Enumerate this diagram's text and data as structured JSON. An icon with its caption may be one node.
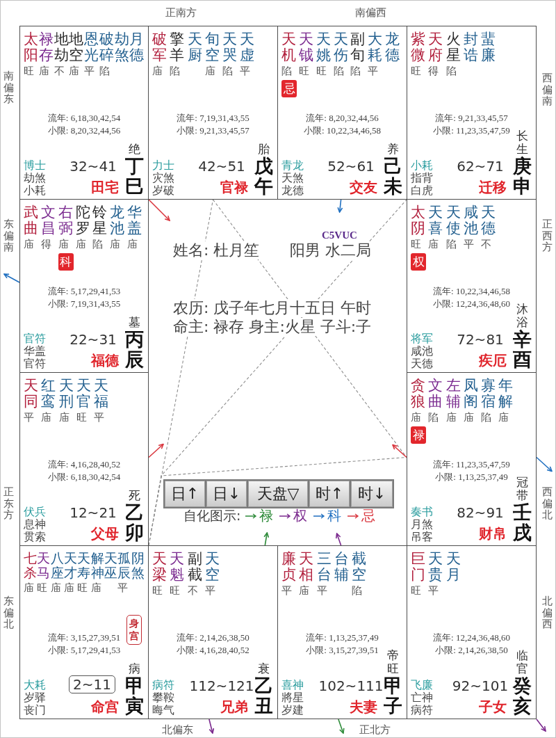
{
  "diagram": {
    "nodes": [
      {
        "text": [
          "太阳",
          "禄存",
          "地劫",
          "地空",
          "恩光",
          "破碎",
          "劫煞",
          "月德",
          "旺",
          "庙",
          "不",
          "庙",
          "平",
          "陷",
          "流年: 6,18,30,42,54",
          "小限: 8,20,32,44,56",
          "博士",
          "劫煞",
          "小耗",
          "32~41",
          "绝",
          "田宅",
          "丁巳"
        ],
        "beside": [
          "南偏东"
        ]
      },
      {
        "text": [
          "破军",
          "擎羊",
          "天厨",
          "旬空",
          "天哭",
          "天虚",
          "庙",
          "陷",
          "庙",
          "陷",
          "平",
          "流年: 7,19,31,43,55",
          "小限: 9,21,33,45,57",
          "力士",
          "灾煞",
          "岁破",
          "42~51",
          "胎",
          "官禄",
          "戊午"
        ],
        "beside": [
          "正南方"
        ]
      },
      {
        "text": [
          "天机",
          "天钺",
          "天姚",
          "天伤",
          "副旬",
          "大耗",
          "龙德",
          "陷",
          "旺",
          "旺",
          "陷",
          "陷",
          "平",
          "流年: 8,20,32,44,56",
          "小限: 10,22,34,46,58",
          "青龙",
          "天煞",
          "龙德",
          "52~61",
          "养",
          "交友",
          "己未"
        ],
        "beside": [
          "南偏西"
        ]
      },
      {
        "text": [
          "紫微",
          "天府",
          "火星",
          "封诰",
          "蜚廉",
          "旺",
          "得",
          "陷",
          "流年: 9,21,33,45,57",
          "小限: 11,23,35,47,59",
          "小耗",
          "指背",
          "白虎",
          "62~71",
          "长生",
          "迁移",
          "庚申"
        ],
        "beside": [
          "西偏南"
        ]
      },
      {
        "text": [
          "武曲",
          "文昌",
          "右弼",
          "陀罗",
          "铃星",
          "龙池",
          "华盖",
          "庙",
          "得",
          "庙",
          "庙",
          "陷",
          "庙",
          "庙",
          "流年: 5,17,29,41,53",
          "小限: 7,19,31,43,55",
          "官符",
          "华盖",
          "官符",
          "22~31",
          "墓",
          "福德",
          "丙辰"
        ],
        "beside": [
          "东偏南"
        ]
      },
      {
        "text": [
          "太阴",
          "天喜",
          "天使",
          "咸池",
          "天德",
          "旺",
          "庙",
          "陷",
          "平",
          "不",
          "流年: 10,22,34,46,58",
          "小限: 12,24,36,48,60",
          "将军",
          "咸池",
          "天德",
          "72~81",
          "沐浴",
          "疾厄",
          "辛酉"
        ],
        "beside": [
          "正西方"
        ]
      },
      {
        "text": [
          "天同",
          "红鸾",
          "天刑",
          "天官",
          "天福",
          "平",
          "庙",
          "庙",
          "旺",
          "平",
          "流年: 4,16,28,40,52",
          "小限: 6,18,30,42,54",
          "伏兵",
          "息神",
          "贯索",
          "12~21",
          "死",
          "父母",
          "乙卯"
        ],
        "beside": [
          "正东方"
        ]
      },
      {
        "text": [
          "贪狼",
          "文曲",
          "左辅",
          "凤阁",
          "寡宿",
          "年解",
          "庙",
          "陷",
          "庙",
          "庙",
          "陷",
          "庙",
          "流年: 11,23,35,47,59",
          "小限: 1,13,25,37,49",
          "奏书",
          "月煞",
          "吊客",
          "82~91",
          "冠带",
          "财帛",
          "壬戌"
        ],
        "beside": [
          "西偏北"
        ]
      },
      {
        "text": [
          "七杀",
          "天马",
          "八座",
          "天才",
          "天寿",
          "解神",
          "天巫",
          "孤辰",
          "阴煞",
          "庙",
          "旺",
          "庙",
          "庙",
          "旺",
          "庙",
          "平",
          "流年: 3,15,27,39,51",
          "小限: 5,17,29,41,53",
          "大耗",
          "岁驿",
          "丧门",
          "病",
          "命宫",
          "甲寅"
        ],
        "beside": [
          "东偏北"
        ]
      },
      {
        "text": [
          "天梁",
          "天魁",
          "副截",
          "天空",
          "旺",
          "旺",
          "不",
          "平",
          "流年: 2,14,26,38,50",
          "小限: 4,16,28,40,52",
          "病符",
          "攀鞍",
          "晦气",
          "112~121",
          "衰",
          "兄弟",
          "乙丑"
        ],
        "beside": [
          "北偏东"
        ]
      },
      {
        "text": [
          "廉贞",
          "天相",
          "三台",
          "台辅",
          "截空",
          "平",
          "庙",
          "平",
          "陷",
          "流年: 1,13,25,37,49",
          "小限: 3,15,27,39,51",
          "喜神",
          "將星",
          "岁建",
          "102~111",
          "帝旺",
          "夫妻",
          "甲子"
        ],
        "beside": [
          "正北方"
        ]
      },
      {
        "text": [
          "巨门",
          "天贵",
          "天月",
          "旺",
          "平",
          "流年: 12,24,36,48,60",
          "小限: 2,14,26,38,50",
          "飞廉",
          "亡神",
          "病符",
          "92~101",
          "临官",
          "子女",
          "癸亥"
        ],
        "beside": [
          "北偏西"
        ]
      },
      {
        "text": [
          "忌"
        ],
        "in": 2
      },
      {
        "text": [
          "科"
        ],
        "in": 4
      },
      {
        "text": [
          "权"
        ],
        "in": 5
      },
      {
        "text": [
          "禄"
        ],
        "in": 7
      },
      {
        "text": [
          "身宫"
        ],
        "in": 8
      },
      {
        "text": [
          "2~11"
        ],
        "in": 8
      },
      {
        "text": [
          "日↑"
        ]
      },
      {
        "text": [
          "日↓"
        ]
      },
      {
        "text": [
          "天盘▽"
        ]
      },
      {
        "text": [
          "时↑"
        ]
      },
      {
        "text": [
          "时↓"
        ]
      }
    ],
    "edges": [
      {
        "from": 8,
        "to": 1,
        "arrow": "none",
        "style": "dashed"
      },
      {
        "from": 8,
        "to": 3,
        "arrow": "none",
        "style": "dashed"
      },
      {
        "from": 8,
        "to": 7,
        "arrow": "none",
        "style": "dashed"
      },
      {
        "from": 1,
        "to": 7,
        "arrow": "none",
        "style": "dashed"
      },
      {
        "from": 0,
        "to": null,
        "arrow": "to",
        "color": "#d9363e"
      },
      {
        "from": 2,
        "to": null,
        "arrow": "to",
        "color": "#1f6fc0"
      },
      {
        "from": 4,
        "to": null,
        "arrow": "to",
        "color": "#1f6fc0"
      },
      {
        "from": 6,
        "to": null,
        "arrow": "to",
        "color": "#d9363e"
      },
      {
        "from": 7,
        "to": null,
        "arrow": "to",
        "color": "#d9363e"
      },
      {
        "from": 7,
        "to": null,
        "arrow": "to",
        "color": "#1f6fc0"
      },
      {
        "from": 9,
        "to": null,
        "arrow": "to",
        "color": "#2e8b3a"
      },
      {
        "from": 10,
        "to": null,
        "arrow": "to",
        "color": "#7b2a8e"
      },
      {
        "from": 9,
        "to": null,
        "arrow": "to",
        "color": "#7b2a8e"
      },
      {
        "from": 10,
        "to": null,
        "arrow": "to",
        "color": "#2e8b3a"
      },
      {
        "from": 11,
        "to": null,
        "arrow": "to",
        "color": "#7b2a8e"
      }
    ],
    "labels": [
      "C5VUC",
      "姓名: 杜月笙",
      "阳男 水二局",
      "农历: 戊子年七月十五日 午时",
      "命主: 禄存 身主:火星 子斗:子",
      "自化图示:"
    ],
    "legend": [
      {
        "text": "禄"
      },
      {
        "text": "权"
      },
      {
        "text": "科"
      },
      {
        "text": "忌"
      }
    ]
  }
}
